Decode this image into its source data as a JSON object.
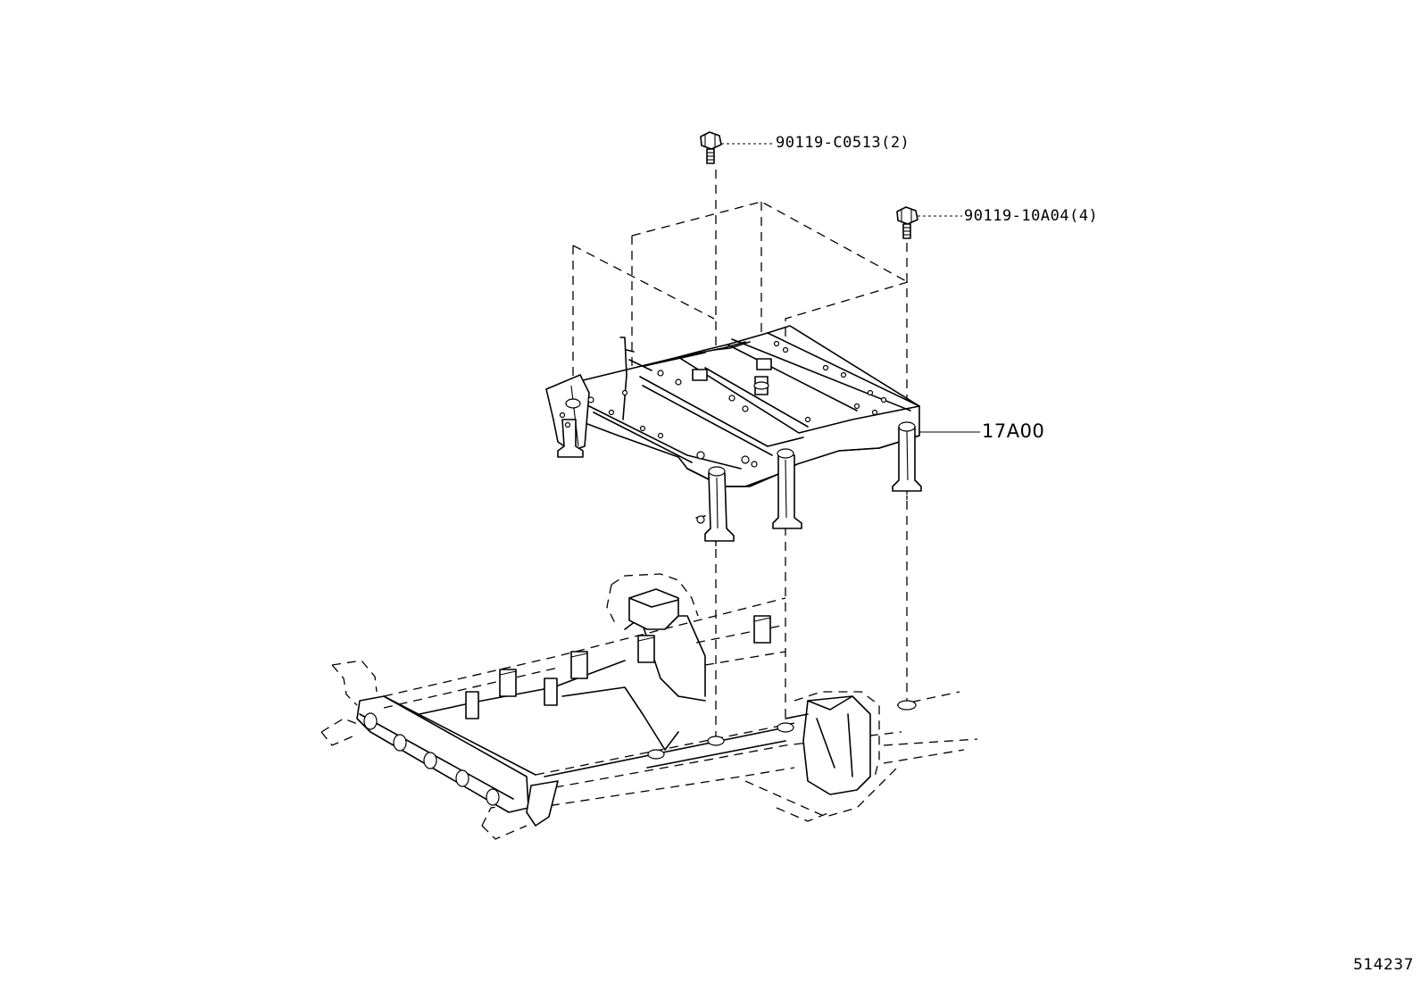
{
  "callouts": {
    "bolt_a": "90119-C0513(2)",
    "bolt_b": "90119-10A04(4)",
    "frame_part": "17A00",
    "illustration_id": "514237"
  },
  "icons": {
    "bolt_a": "hex-flange-bolt-icon",
    "bolt_b": "hex-flange-bolt-icon"
  }
}
